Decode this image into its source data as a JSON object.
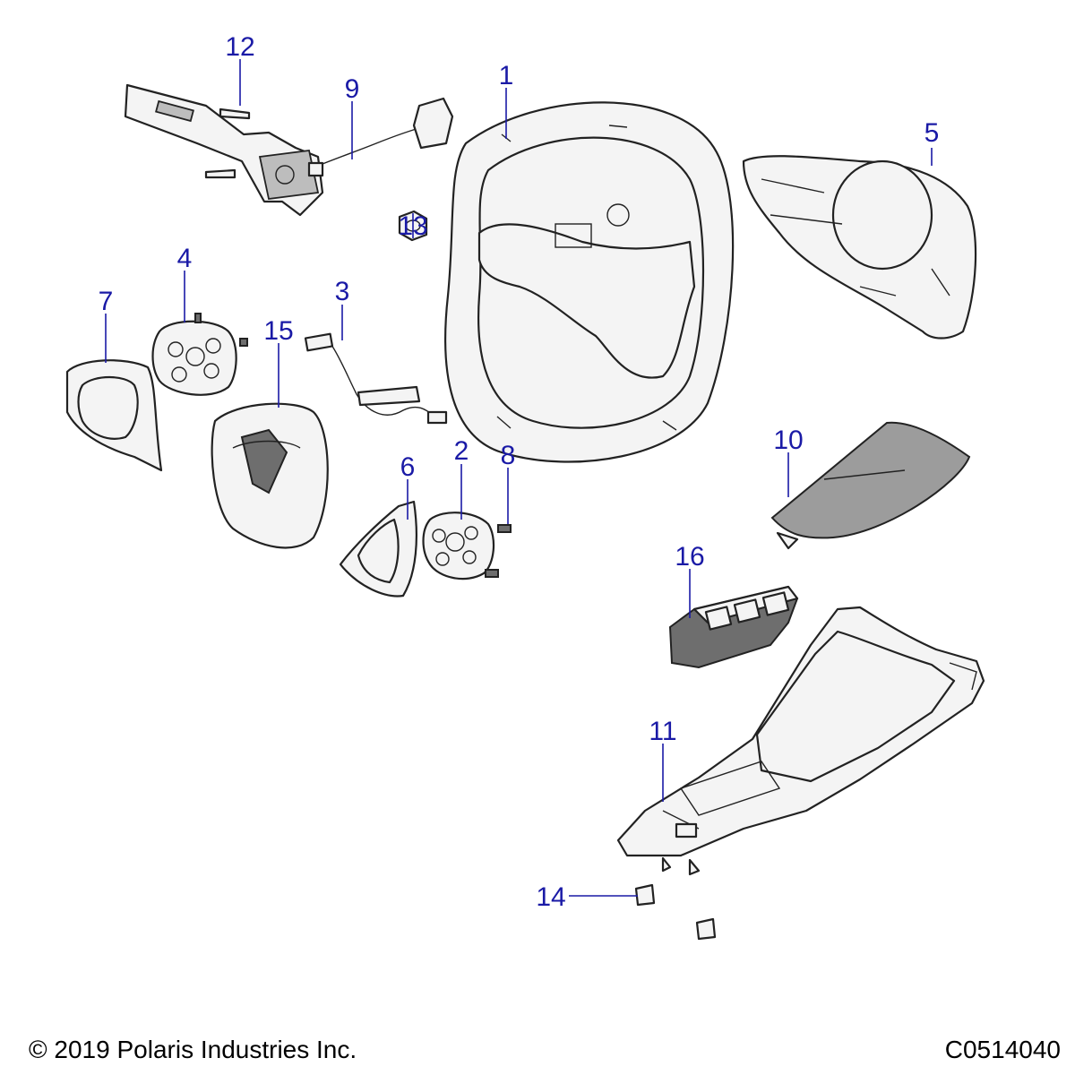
{
  "callouts": [
    "1",
    "2",
    "3",
    "4",
    "5",
    "6",
    "7",
    "8",
    "9",
    "10",
    "11",
    "12",
    "13",
    "14",
    "15",
    "16"
  ],
  "copyright": "© 2019 Polaris Industries Inc.",
  "diagram_id": "C0514040"
}
